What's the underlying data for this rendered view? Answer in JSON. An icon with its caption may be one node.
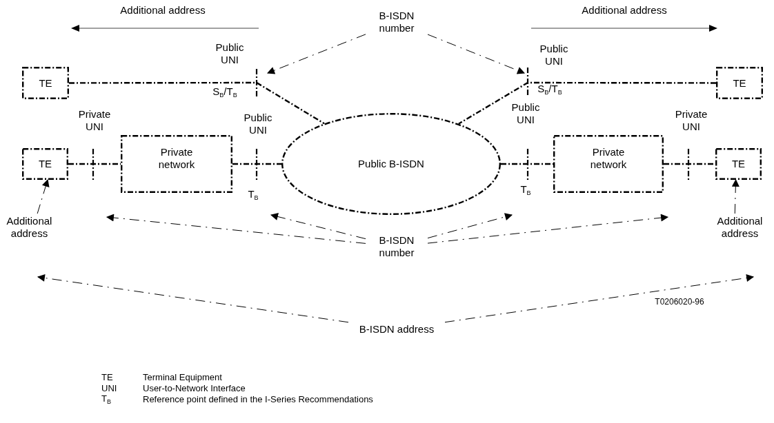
{
  "diagram": {
    "nodes": [
      {
        "text": [
          "B-ISDN number"
        ]
      },
      {
        "text": [
          "TE"
        ]
      },
      {
        "text": [
          "TE"
        ]
      },
      {
        "text": [
          "TE"
        ]
      },
      {
        "text": [
          "Private network"
        ]
      },
      {
        "text": [
          "Public B-ISDN"
        ]
      },
      {
        "text": [
          "Private network"
        ]
      },
      {
        "text": [
          "TE"
        ]
      },
      {
        "text": [
          "Additional address"
        ]
      },
      {
        "text": [
          "B-ISDN number"
        ]
      },
      {
        "text": [
          "Additional address"
        ]
      },
      {
        "text": [
          "B-ISDN address"
        ]
      }
    ],
    "edges": [
      {
        "from": 1,
        "to": 5,
        "arrow": "none",
        "style": "dashed"
      },
      {
        "from": 2,
        "to": 5,
        "arrow": "none",
        "style": "dashed"
      },
      {
        "from": 3,
        "to": 4,
        "arrow": "none",
        "style": "dashed"
      },
      {
        "from": 4,
        "to": 5,
        "arrow": "none",
        "style": "dashed"
      },
      {
        "from": 5,
        "to": 6,
        "arrow": "none",
        "style": "dashed"
      },
      {
        "from": 6,
        "to": 7,
        "arrow": "none",
        "style": "dashed"
      },
      {
        "from": 0,
        "to": null,
        "arrow": "to"
      },
      {
        "from": 0,
        "to": null,
        "arrow": "to"
      },
      {
        "from": 8,
        "to": 3,
        "arrow": "to"
      },
      {
        "from": 9,
        "to": null,
        "arrow": "to"
      },
      {
        "from": 9,
        "to": null,
        "arrow": "to"
      },
      {
        "from": 9,
        "to": null,
        "arrow": "to"
      },
      {
        "from": 9,
        "to": null,
        "arrow": "to"
      },
      {
        "from": 10,
        "to": 7,
        "arrow": "to"
      },
      {
        "from": 11,
        "to": null,
        "arrow": "to"
      },
      {
        "from": 11,
        "to": null,
        "arrow": "to"
      }
    ],
    "labels": [
      "Additional address",
      "Additional address",
      "Public UNI",
      "Public UNI",
      "S$_{B}$/T$_{B}$",
      "S$_{B}$/T$_{B}$",
      "Private UNI",
      "Public UNI",
      "Public UNI",
      "Private UNI",
      "T$_{B}$",
      "T$_{B}$",
      "T0206020-96",
      "TE",
      "Terminal Equipment",
      "UNI",
      "User-to-Network Interface",
      "T$_{B}$",
      "Reference point defined in the I-Series Recommendations"
    ]
  }
}
